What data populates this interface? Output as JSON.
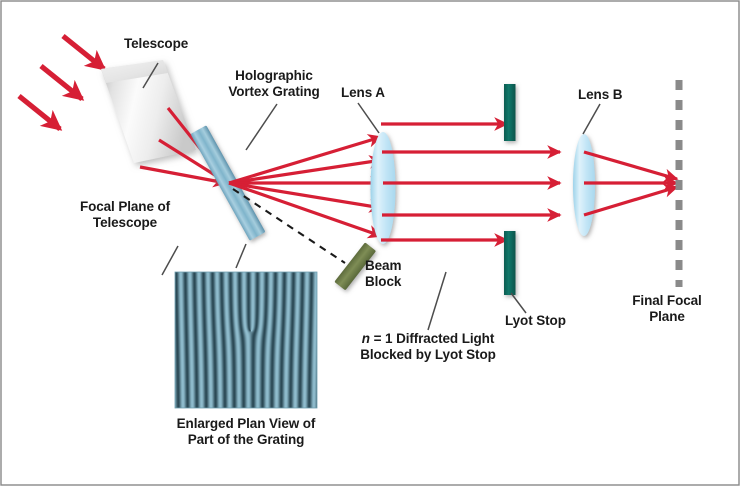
{
  "figure": {
    "title": "Holographic vortex grating coronagraph optical layout",
    "border_color": "#808080",
    "background": "#ffffff"
  },
  "colors": {
    "ray_red": "#d61f35",
    "grating_blue": "#7fb4cb",
    "lens_blue": "#c7e6f5",
    "lyot_green": "#0e6b5e",
    "beam_block_green": "#6b7a45",
    "telescope_gray": "#d9d9d9",
    "dashed_gray": "#808080",
    "leader_line": "#4d4d4d",
    "text": "#1a1a1a",
    "fringe_dark": "#2c4a56",
    "fringe_light": "#8fbccd"
  },
  "labels": {
    "telescope": "Telescope",
    "holographic_vortex_grating_line1": "Holographic",
    "holographic_vortex_grating_line2": "Vortex Grating",
    "lens_a": "Lens A",
    "lens_b": "Lens B",
    "focal_plane_of_telescope_line1": "Focal Plane of",
    "focal_plane_of_telescope_line2": "Telescope",
    "beam_block_line1": "Beam",
    "beam_block_line2": "Block",
    "lyot_stop": "Lyot Stop",
    "final_focal_plane_line1": "Final Focal",
    "final_focal_plane_line2": "Plane",
    "diffracted_light_italic_n": "n",
    "diffracted_light_rest": " = 1 Diffracted Light",
    "diffracted_light_line2": "Blocked by Lyot Stop",
    "enlarged_plan_view_line1": "Enlarged Plan View of",
    "enlarged_plan_view_line2": "Part of the Grating"
  },
  "components": [
    {
      "name": "telescope",
      "type": "cylinder",
      "fill": "#d9d9d9"
    },
    {
      "name": "holographic-vortex-grating",
      "type": "tilted-slab",
      "fill": "#7fb4cb"
    },
    {
      "name": "lens-a",
      "type": "biconvex-lens",
      "fill": "#c7e6f5"
    },
    {
      "name": "lens-b",
      "type": "biconvex-lens",
      "fill": "#c7e6f5"
    },
    {
      "name": "lyot-stop-upper",
      "type": "bar",
      "fill": "#0e6b5e"
    },
    {
      "name": "lyot-stop-lower",
      "type": "bar",
      "fill": "#0e6b5e"
    },
    {
      "name": "beam-block",
      "type": "tilted-bar",
      "fill": "#6b7a45"
    },
    {
      "name": "final-focal-plane",
      "type": "dashed-line",
      "fill": "#808080"
    },
    {
      "name": "grating-plan-view",
      "type": "fork-fringe-image",
      "fill": "#4a7d90"
    }
  ],
  "rays": {
    "incoming_arrow_count": 3,
    "diffracted_order_count": 5,
    "converging_ray_count": 3
  }
}
